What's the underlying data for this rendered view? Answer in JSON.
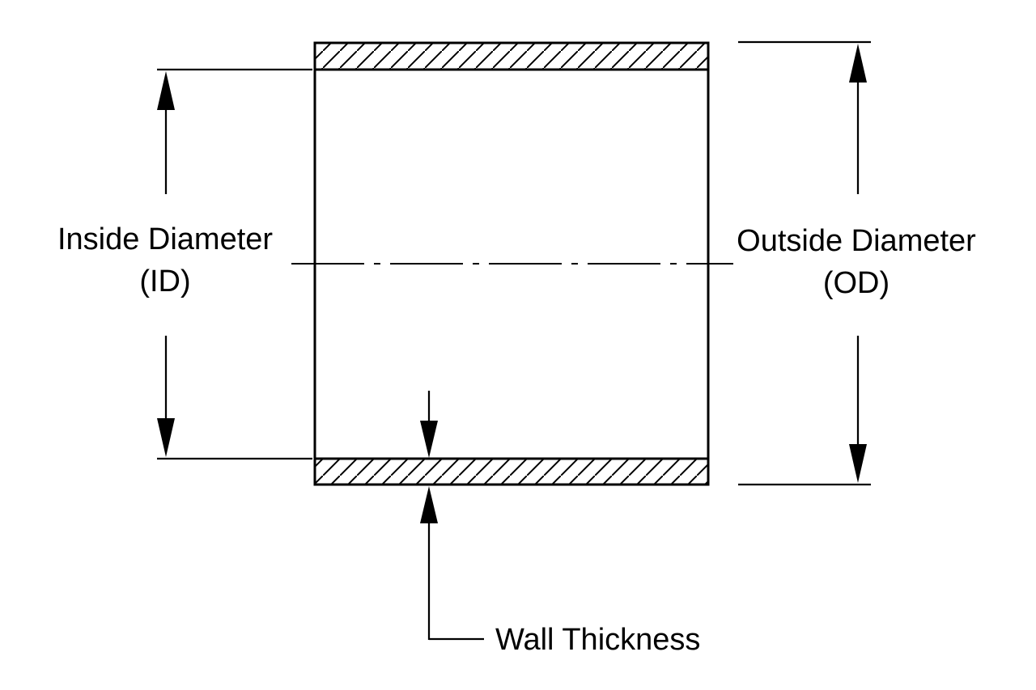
{
  "colors": {
    "line": "#000000",
    "background": "#ffffff",
    "text": "#000000"
  },
  "diagram": {
    "description": "Cross-section of a tube showing dimension callouts"
  },
  "labels": {
    "id_line1": "Inside Diameter",
    "id_line2": "(ID)",
    "od_line1": "Outside Diameter",
    "od_line2": "(OD)",
    "wall": "Wall Thickness"
  }
}
